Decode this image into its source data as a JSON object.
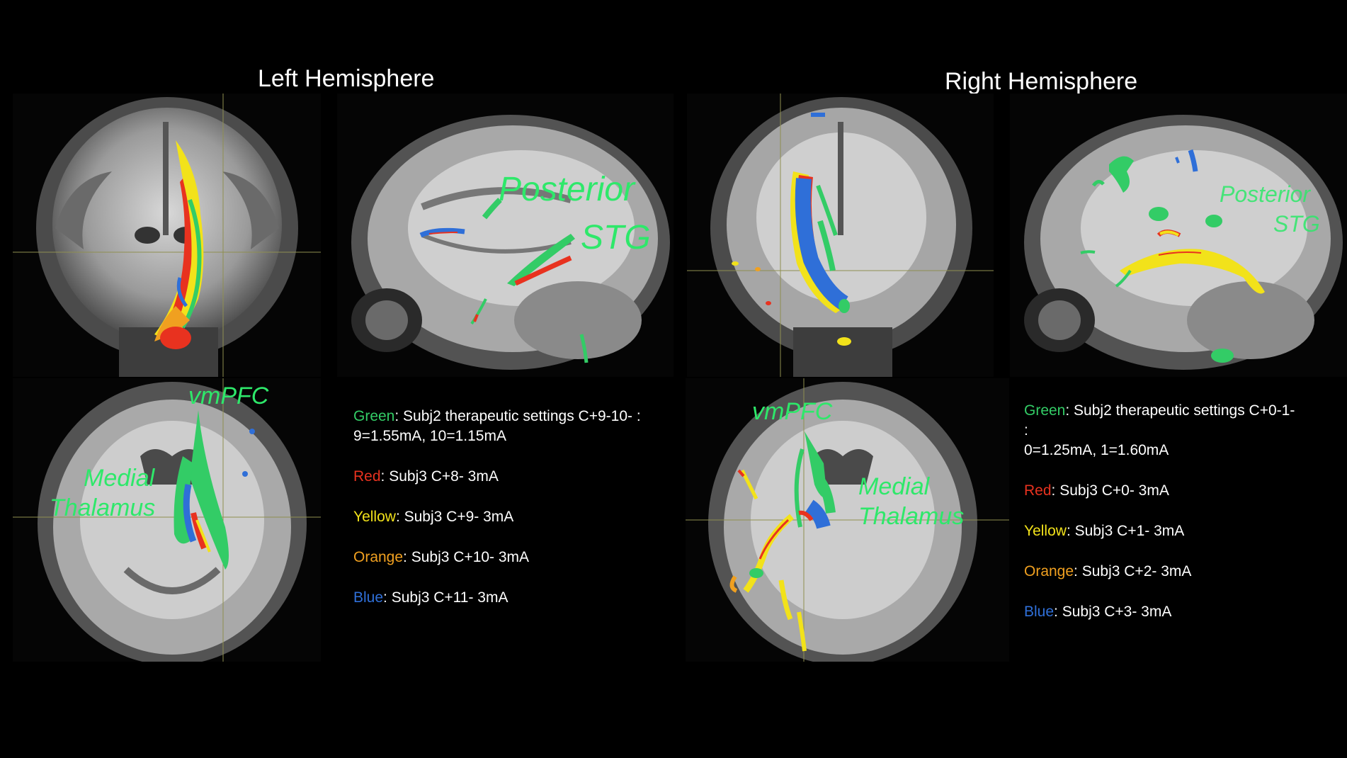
{
  "colors": {
    "green": "#33cc66",
    "red": "#e8321f",
    "yellow": "#f2e21a",
    "orange": "#f0a020",
    "blue": "#2f6fd8",
    "annotation": "#2ee86a"
  },
  "left": {
    "title": "Left Hemisphere",
    "annotations": {
      "posterior": "Posterior",
      "stg": "STG",
      "vmpfc": "vmPFC",
      "medial": "Medial",
      "thalamus": "Thalamus"
    },
    "legend": [
      {
        "label": "Green",
        "text": ": Subj2 therapeutic settings C+9-10- :",
        "text2": "9=1.55mA, 10=1.15mA",
        "color": "#33cc66"
      },
      {
        "label": "Red",
        "text": ": Subj3 C+8- 3mA",
        "color": "#e8321f"
      },
      {
        "label": "Yellow",
        "text": ": Subj3 C+9- 3mA",
        "color": "#f2e21a"
      },
      {
        "label": "Orange",
        "text": ": Subj3 C+10- 3mA",
        "color": "#f0a020"
      },
      {
        "label": "Blue",
        "text": ": Subj3 C+11- 3mA",
        "color": "#2f6fd8"
      }
    ]
  },
  "right": {
    "title": "Right Hemisphere",
    "annotations": {
      "posterior": "Posterior",
      "stg": "STG",
      "vmpfc": "vmPFC",
      "medial": "Medial",
      "thalamus": "Thalamus"
    },
    "legend": [
      {
        "label": "Green",
        "text": ": Subj2 therapeutic settings C+0-1-",
        "text2": ":",
        "text3": "0=1.25mA, 1=1.60mA",
        "color": "#33cc66"
      },
      {
        "label": "Red",
        "text": ": Subj3 C+0- 3mA",
        "color": "#e8321f"
      },
      {
        "label": "Yellow",
        "text": ": Subj3 C+1- 3mA",
        "color": "#f2e21a"
      },
      {
        "label": "Orange",
        "text": ": Subj3 C+2- 3mA",
        "color": "#f0a020"
      },
      {
        "label": "Blue",
        "text": ": Subj3 C+3- 3mA",
        "color": "#2f6fd8"
      }
    ]
  }
}
